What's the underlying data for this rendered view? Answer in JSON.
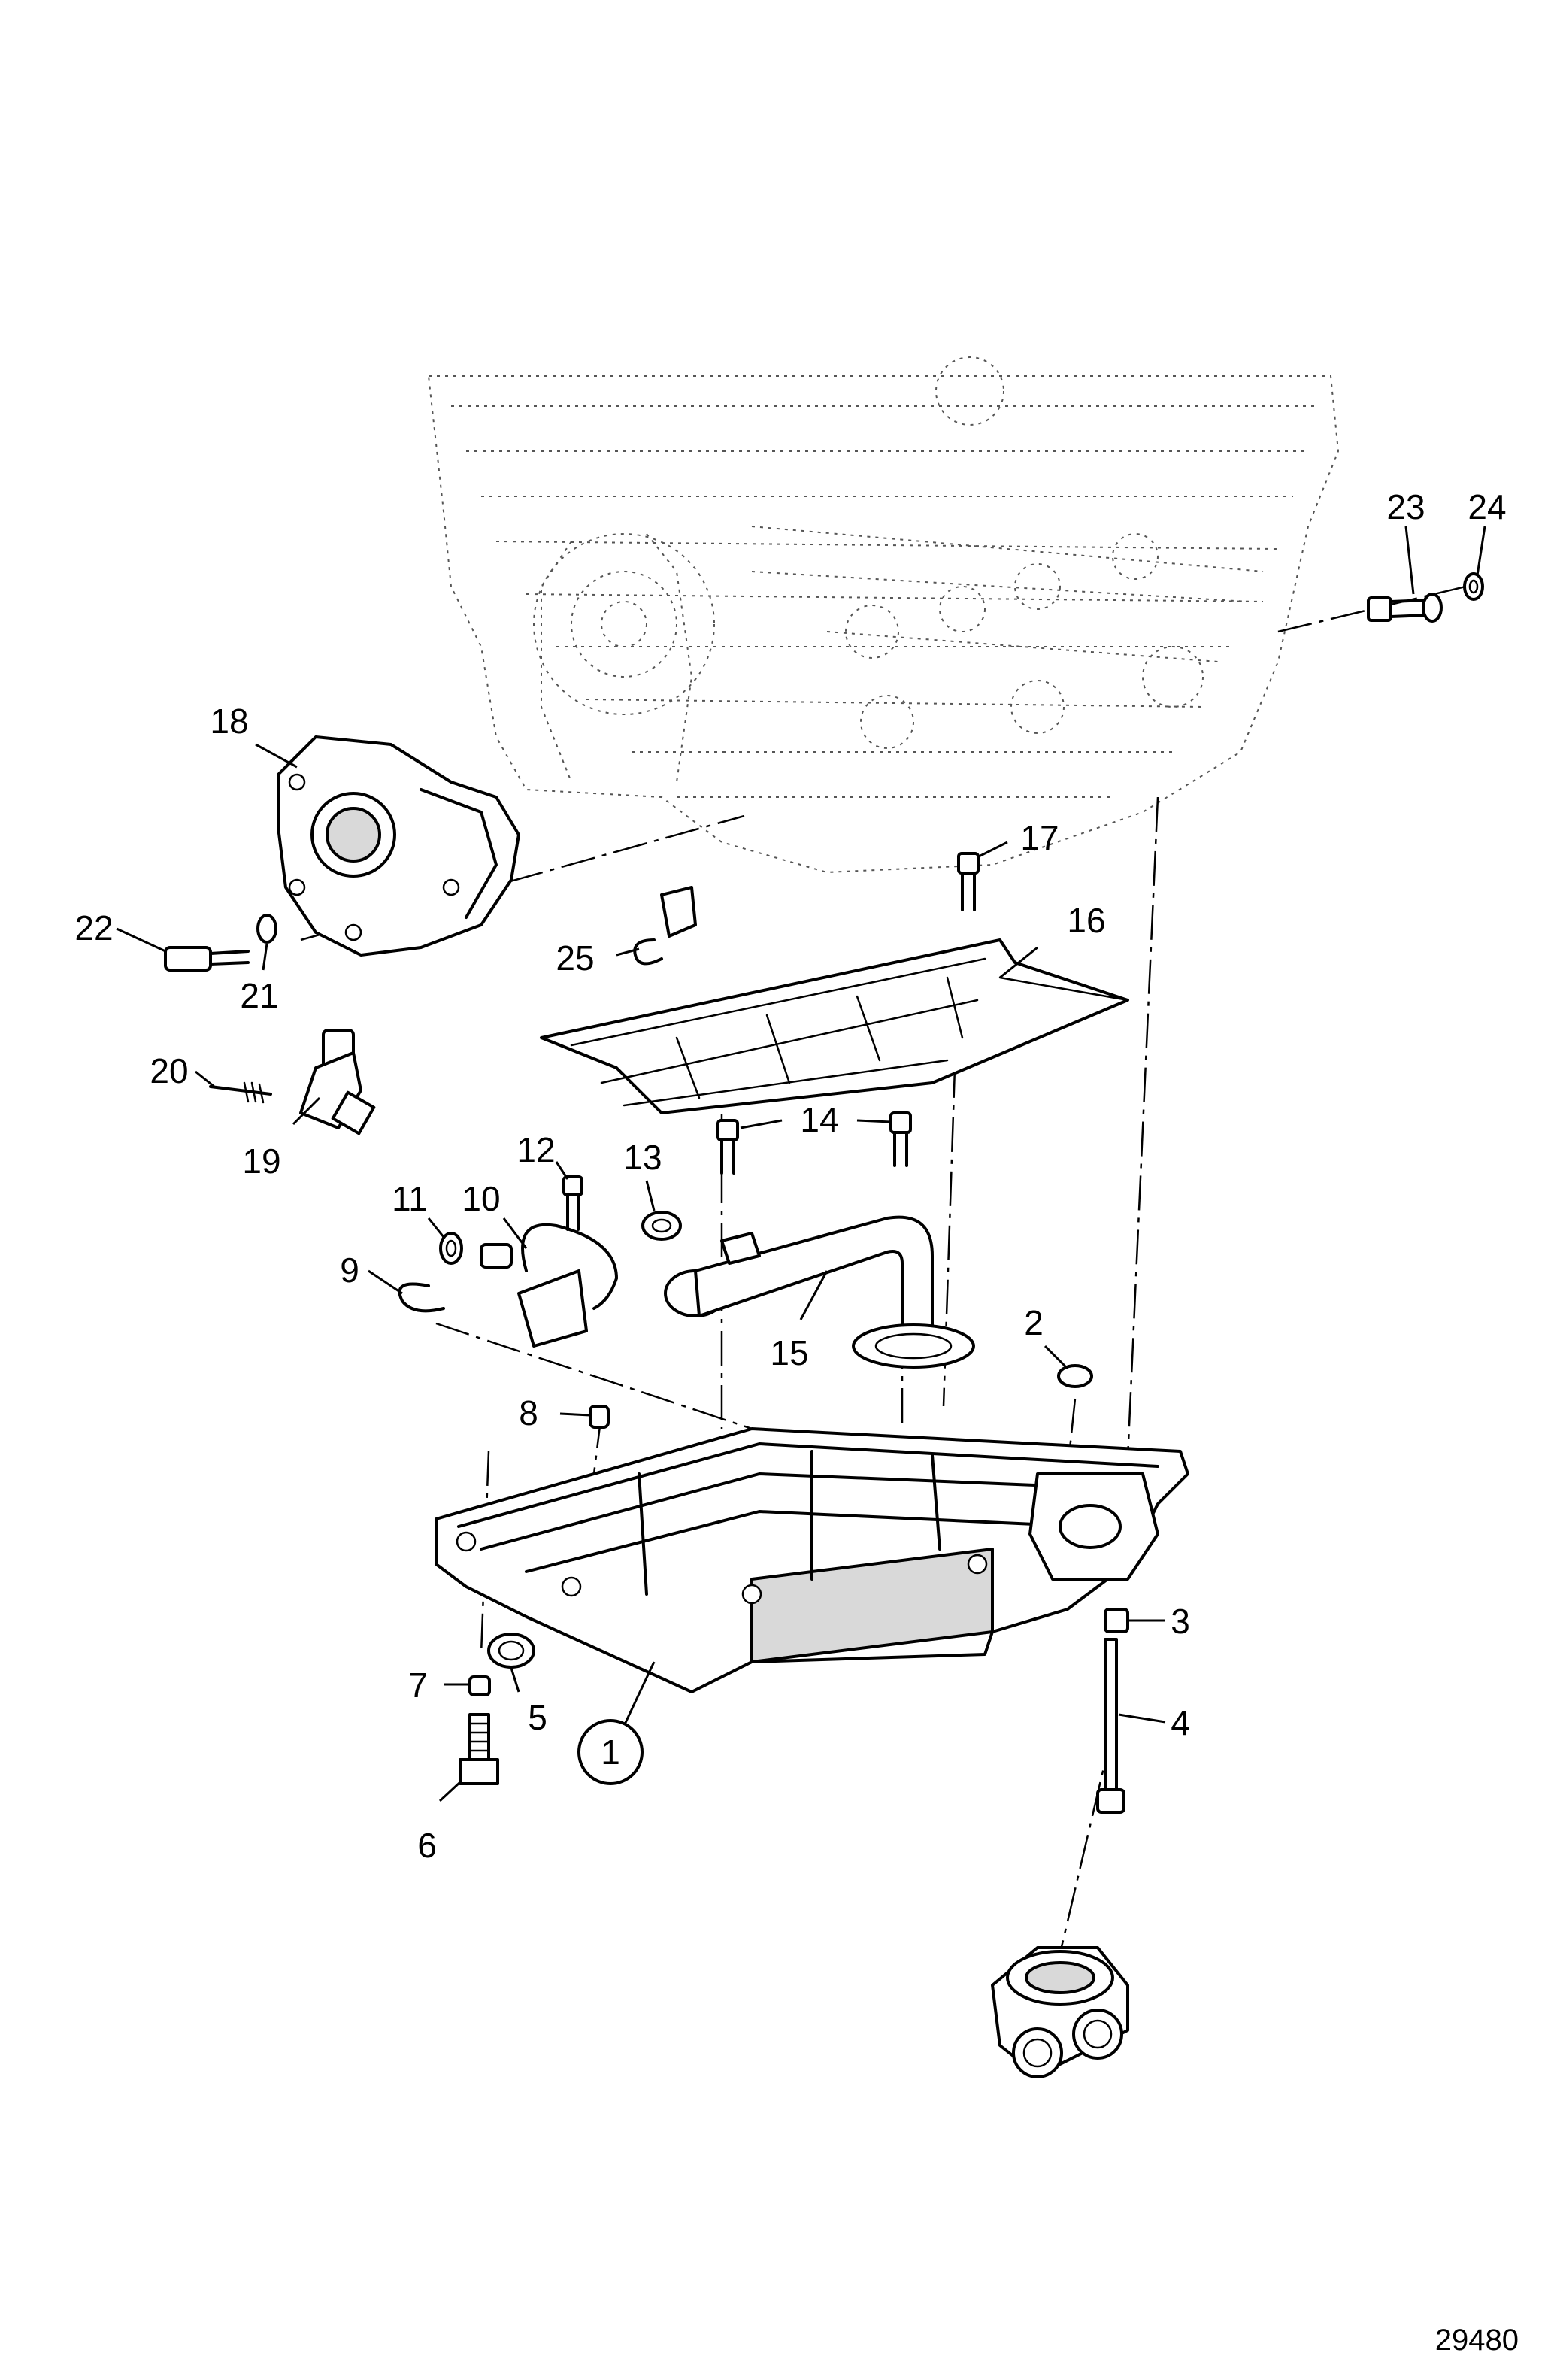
{
  "figure_number": "29480",
  "callouts": [
    "1",
    "2",
    "3",
    "4",
    "5",
    "6",
    "7",
    "8",
    "9",
    "10",
    "11",
    "12",
    "13",
    "14",
    "15",
    "16",
    "17",
    "18",
    "19",
    "20",
    "21",
    "22",
    "23",
    "24",
    "25"
  ]
}
